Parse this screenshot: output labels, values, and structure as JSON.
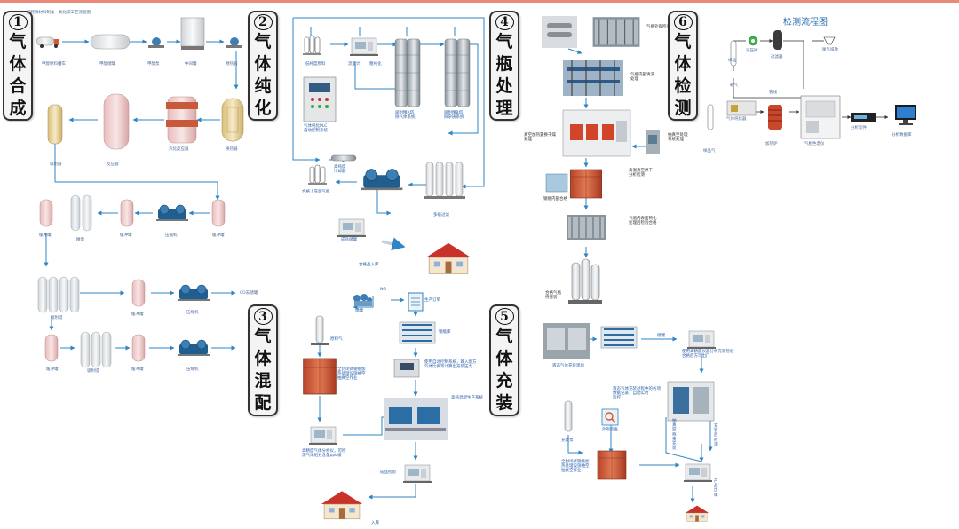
{
  "colors": {
    "accent": "#e98978",
    "line": "#2f86c4",
    "tank_pink": "#f1d3d3",
    "tank_cream": "#ecd8a4",
    "tank_white": "#eeeeee",
    "furnace": "#e0662c"
  },
  "sections": [
    {
      "num": "1",
      "chars": [
        "气",
        "体",
        "合",
        "成"
      ]
    },
    {
      "num": "2",
      "chars": [
        "气",
        "体",
        "纯",
        "化"
      ]
    },
    {
      "num": "3",
      "chars": [
        "气",
        "体",
        "混",
        "配"
      ]
    },
    {
      "num": "4",
      "chars": [
        "气",
        "瓶",
        "处",
        "理"
      ]
    },
    {
      "num": "5",
      "chars": [
        "气",
        "体",
        "充",
        "装"
      ]
    },
    {
      "num": "6",
      "chars": [
        "气",
        "体",
        "检",
        "测"
      ]
    }
  ],
  "synthesis": {
    "top_note": "某特殊材料制备一氧化碳工艺流程图",
    "labels": {
      "truck": "甲醇原料槽车",
      "storage": "甲醇储罐",
      "pump": "甲醇泵",
      "mid_tank": "中间罐",
      "heater": "预热器",
      "tank_a": "吸附器",
      "tank_b": "反应器",
      "tank_c": "汽化反应器",
      "tank_d": "换热器",
      "buf1": "缓冲罐",
      "buf2": "缓冲罐",
      "comp": "压缩机",
      "buf3": "缓冲罐",
      "sep": "精馏",
      "adsorb1": "吸附塔",
      "buf4": "缓冲罐",
      "press1": "压缩机",
      "co_out": "CO去储罐",
      "buf5": "缓冲罐",
      "adsorb2": "吸附塔",
      "buf6": "缓冲罐",
      "press2": "压缩机"
    }
  },
  "purify": {
    "labels": {
      "raw": "低纯度原料",
      "meter": "流量计",
      "unit": "粗纯化",
      "plc": "气体纯化PLC\n自动控制系统",
      "col1": "吸附精A塔\n除气体系统",
      "col2": "吸附精B塔\n除杂质系统",
      "cool": "高纯度\n冷却器",
      "cyl": "合格上充装气瓶",
      "filter": "多级过滤",
      "product": "成品储罐",
      "store": "合格品入库"
    }
  },
  "cylinder": {
    "labels": {
      "c1": "气瓶外观检查",
      "c2": "气瓶内部清洗\n处理",
      "c3": "抽真空处理\n系统处理",
      "c4": "真空加热置换干燥\n处理",
      "c5": "钢瓶内部合格",
      "c6": "高温真空烘干\n分析检测",
      "c7": "气瓶内表面钝化\n处理后检验合格",
      "c8": "合格气瓶\n待充装"
    }
  },
  "detect": {
    "title": "检测流程图",
    "labels": {
      "sample": "样品",
      "valve": "减压阀",
      "filter": "过滤器",
      "vent": "尾气排放",
      "ar": "载气",
      "line": "管线",
      "cyl": "样品气",
      "purifier": "气体纯化器",
      "oven": "加热炉",
      "gc": "气相色谱仪",
      "pc": "分析软件",
      "monitor": "分析数据库"
    }
  },
  "mixing": {
    "labels": {
      "ng": "NG",
      "station": "储罐",
      "panel": "生产订单",
      "rack": "钢瓶库",
      "scale": "使用自动控制系统，输入配方\n气体比例等计算出充装压力",
      "cyl1": "原料气",
      "furnace1": "全封闭式钢瓶加\n热处理设施抽空\n抽真空作业",
      "gc1": "高精度气体分析仪，可检\n测气体组分含量ppb级",
      "sys": "高纯混配生产系统",
      "gc2": "成品检验",
      "store": "入库"
    }
  },
  "filling": {
    "labels": {
      "photo": "液态气体充装现场",
      "rack2": "储罐",
      "gc": "使用高精度仪器分析充装检验\n合格后方可出厂",
      "station": "液化气体充装系统",
      "note1": "液态气体充装过程中的各项\n数据记录，自动实时\n监控",
      "pump": "充装泵",
      "lens": "外观检查",
      "furnace": "全封闭式钢瓶加\n热处理设施抽空\n抽真空作业",
      "side1": "抽\n真\n空\n称\n重\n充\n装",
      "side2": "充\n装\n后\n检\n测",
      "out": "产\n品\n出\n库"
    }
  }
}
